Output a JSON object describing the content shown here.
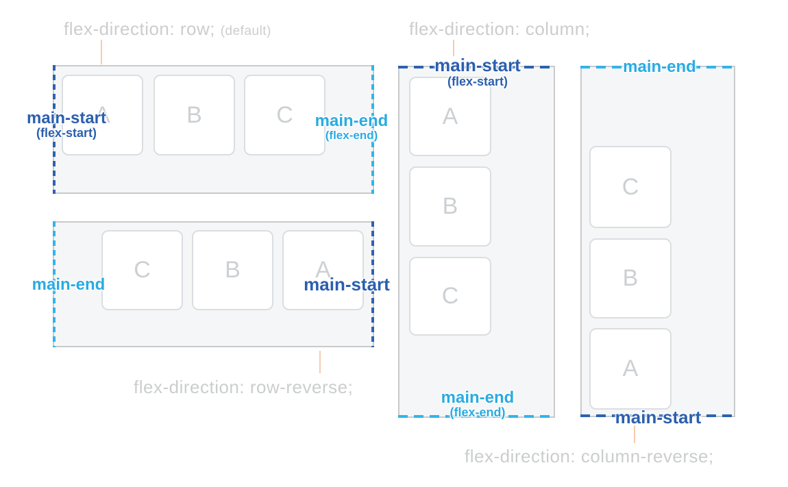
{
  "diagrams": {
    "row": {
      "caption": "flex-direction: row;",
      "caption_note": "(default)",
      "items": [
        "A",
        "B",
        "C"
      ],
      "main_start": "main-start",
      "main_start_sub": "(flex-start)",
      "main_end": "main-end",
      "main_end_sub": "(flex-end)"
    },
    "row_reverse": {
      "caption": "flex-direction: row-reverse;",
      "items": [
        "C",
        "B",
        "A"
      ],
      "main_start": "main-start",
      "main_end": "main-end"
    },
    "column": {
      "caption": "flex-direction: column;",
      "items": [
        "A",
        "B",
        "C"
      ],
      "main_start": "main-start",
      "main_start_sub": "(flex-start)",
      "main_end": "main-end",
      "main_end_sub": "(flex-end)"
    },
    "column_reverse": {
      "caption": "flex-direction: column-reverse;",
      "items": [
        "C",
        "B",
        "A"
      ],
      "main_start": "main-start",
      "main_end": "main-end"
    }
  },
  "colors": {
    "main_start_blue": "#2b5fae",
    "main_end_cyan": "#29abe2",
    "caption_gray": "#cbcdce",
    "connector_salmon": "#f7cab2",
    "container_bg": "#f5f6f7",
    "container_border": "#c8cacc",
    "item_border": "#dbdee0",
    "item_letter": "#ccd0d3"
  }
}
